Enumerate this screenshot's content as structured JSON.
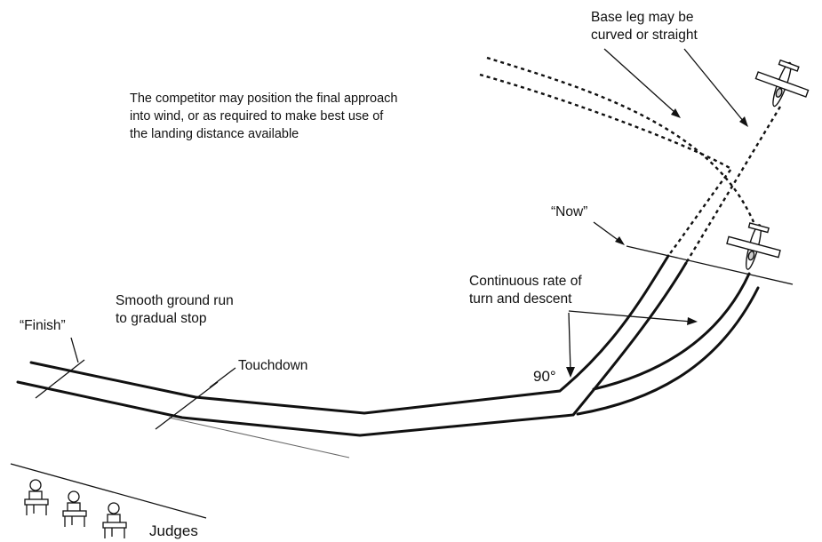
{
  "labels": {
    "base_leg": [
      "Base leg may be",
      "curved or straight"
    ],
    "competitor_note": [
      "The competitor may position the final approach",
      "into wind, or as required to make best use of",
      "the landing distance available"
    ],
    "now": "“Now”",
    "smooth_run": [
      "Smooth ground run",
      "to gradual stop"
    ],
    "finish": "“Finish”",
    "touchdown": "Touchdown",
    "continuous": [
      "Continuous rate of",
      "turn and descent"
    ],
    "angle": "90°",
    "judges": "Judges"
  },
  "icons": {
    "aircraft_upper": "small-aircraft-icon",
    "aircraft_lower": "small-aircraft-icon",
    "judge": "seated-judge-icon"
  },
  "colors": {
    "ink": "#111111",
    "faint_line": "#666666",
    "background": "#ffffff"
  }
}
